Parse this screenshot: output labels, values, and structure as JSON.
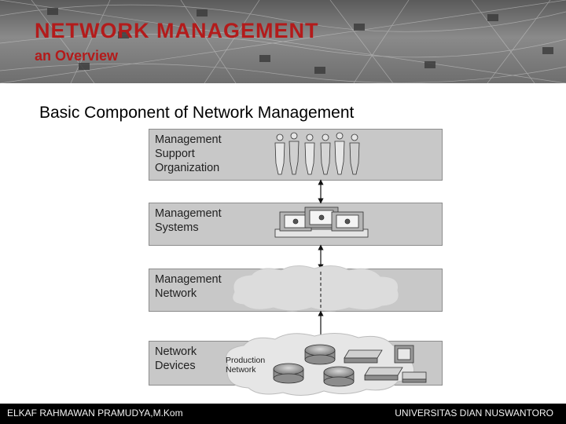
{
  "header": {
    "title": "NETWORK MANAGEMENT",
    "subtitle": "an Overview"
  },
  "slide_title": "Basic Component of Network Management",
  "layers": [
    {
      "label": "Management\nSupport\nOrganization",
      "icon": "people-icon"
    },
    {
      "label": "Management\nSystems",
      "icon": "computer-workstations-icon"
    },
    {
      "label": "Management\nNetwork",
      "icon": "cloud-icon"
    },
    {
      "label": "Network\nDevices",
      "icon": "router-switch-icon"
    }
  ],
  "production_network_label": "Production\nNetwork",
  "footer": {
    "left": "ELKAF RAHMAWAN PRAMUDYA,M.Kom",
    "right": "UNIVERSITAS DIAN NUSWANTORO"
  },
  "colors": {
    "title_red": "#b31b1b",
    "layer_fill": "#c8c8c8",
    "footer_bg": "#000000"
  }
}
